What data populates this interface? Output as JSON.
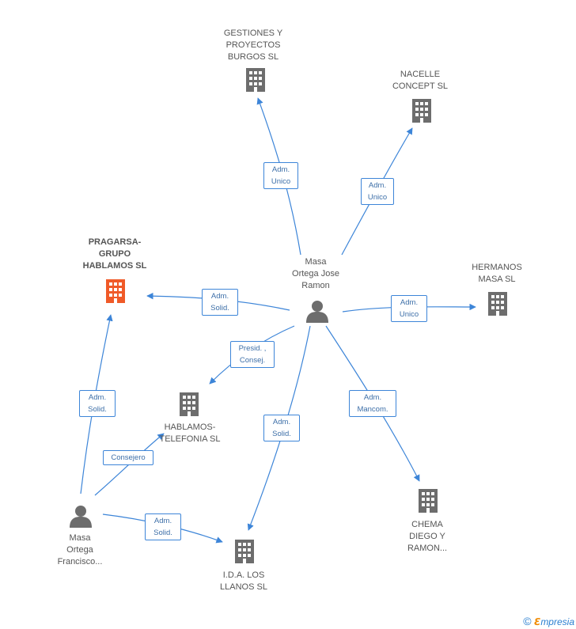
{
  "colors": {
    "edge": "#3d85d8",
    "company": "#6d6d6d",
    "highlight": "#f05a28",
    "person": "#6d6d6d"
  },
  "nodes": {
    "gestiones": {
      "label": "GESTIONES Y\nPROYECTOS\nBURGOS SL",
      "type": "company"
    },
    "nacelle": {
      "label": "NACELLE\nCONCEPT SL",
      "type": "company"
    },
    "pragarsa": {
      "label": "PRAGARSA-\nGRUPO\nHABLAMOS SL",
      "type": "company-highlight"
    },
    "masa_jose": {
      "label": "Masa\nOrtega Jose\nRamon",
      "type": "person"
    },
    "hermanos": {
      "label": "HERMANOS\nMASA SL",
      "type": "company"
    },
    "hablamos_tel": {
      "label": "HABLAMOS-\nTELEFONIA SL",
      "type": "company"
    },
    "chema": {
      "label": "CHEMA\nDIEGO Y\nRAMON...",
      "type": "company"
    },
    "masa_francisco": {
      "label": "Masa\nOrtega\nFrancisco...",
      "type": "person"
    },
    "ida": {
      "label": "I.D.A. LOS\nLLANOS SL",
      "type": "company"
    }
  },
  "edges": [
    {
      "id": "e1",
      "label": "Adm.\nUnico"
    },
    {
      "id": "e2",
      "label": "Adm.\nUnico"
    },
    {
      "id": "e3",
      "label": "Adm.\nSolid."
    },
    {
      "id": "e4",
      "label": "Adm.\nUnico"
    },
    {
      "id": "e5",
      "label": "Presid. ,\nConsej."
    },
    {
      "id": "e6",
      "label": "Adm.\nSolid."
    },
    {
      "id": "e7",
      "label": "Adm.\nMancom."
    },
    {
      "id": "e8",
      "label": "Adm.\nSolid."
    },
    {
      "id": "e9",
      "label": "Consejero"
    },
    {
      "id": "e10",
      "label": "Adm.\nSolid."
    }
  ],
  "footer": {
    "copyright": "©",
    "brand_first": "ℇ",
    "brand_rest": "mpresia"
  }
}
